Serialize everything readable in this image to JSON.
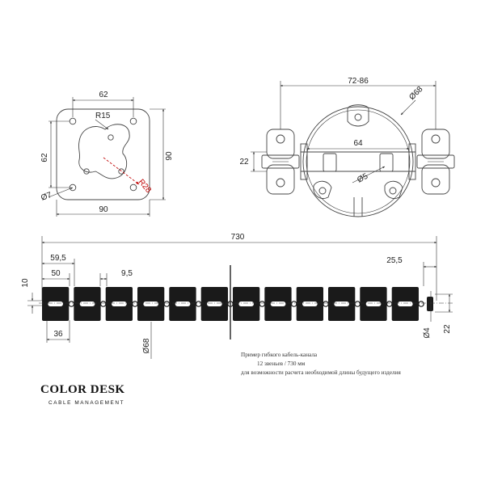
{
  "plate_view": {
    "dims": {
      "width_top": "62",
      "radius_small": "R15",
      "height_left": "62",
      "height_right": "90",
      "radius_large": "R28",
      "hole_dia": "Ø7",
      "width_bottom": "90"
    }
  },
  "round_view": {
    "dims": {
      "span": "72-86",
      "dia_outer": "Ø68",
      "width_inner": "64",
      "height_left": "22",
      "hole_dia": "Ø5"
    }
  },
  "chain_view": {
    "dims": {
      "total_length": "730",
      "first_pitch": "59,5",
      "link_width": "50",
      "gap": "9,5",
      "last_offset": "25,5",
      "height_left": "10",
      "slot_width": "36",
      "link_dia": "Ø68",
      "pin_dia": "Ø4",
      "height_right": "22"
    },
    "link_count": 12
  },
  "note": {
    "line1": "Пример гибкого кабель-канала",
    "line2": "12 звеньев / 730 мм",
    "line3": "для возможности расчета необходимой длины будущего изделия"
  },
  "brand": {
    "name": "COLOR DESK",
    "tagline": "CABLE MANAGEMENT"
  }
}
